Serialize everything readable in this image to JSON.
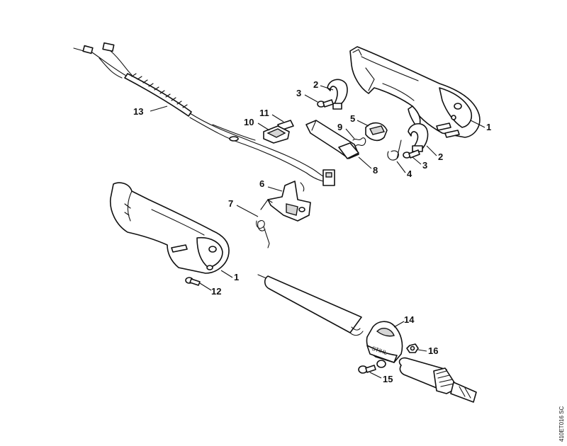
{
  "callouts": [
    {
      "key": "c13",
      "label": "13"
    },
    {
      "key": "c2a",
      "label": "2"
    },
    {
      "key": "c3a",
      "label": "3"
    },
    {
      "key": "c1a",
      "label": "1"
    },
    {
      "key": "c11",
      "label": "11"
    },
    {
      "key": "c10",
      "label": "10"
    },
    {
      "key": "c5",
      "label": "5"
    },
    {
      "key": "c9",
      "label": "9"
    },
    {
      "key": "c2b",
      "label": "2"
    },
    {
      "key": "c3b",
      "label": "3"
    },
    {
      "key": "c4",
      "label": "4"
    },
    {
      "key": "c8",
      "label": "8"
    },
    {
      "key": "c6",
      "label": "6"
    },
    {
      "key": "c7",
      "label": "7"
    },
    {
      "key": "c1b",
      "label": "1"
    },
    {
      "key": "c12",
      "label": "12"
    },
    {
      "key": "c14",
      "label": "14"
    },
    {
      "key": "c16",
      "label": "16"
    },
    {
      "key": "c15",
      "label": "15"
    }
  ],
  "drawing_code": "410ET016 SC"
}
